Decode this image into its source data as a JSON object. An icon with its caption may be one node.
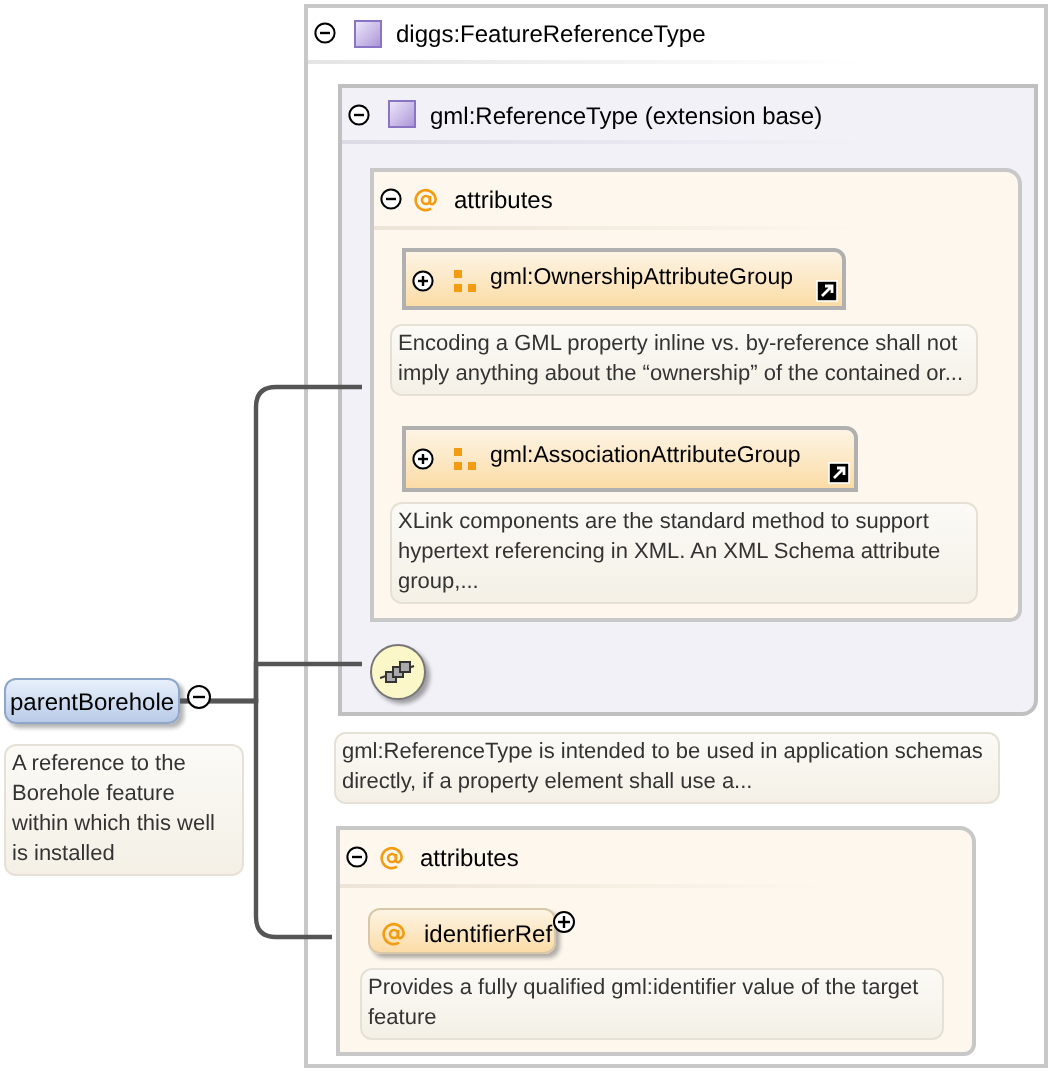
{
  "diagram": {
    "nodes": [
      {
        "text": [
          "parentBorehole"
        ],
        "beside": [
          "A reference to the Borehole feature within which this well is installed"
        ]
      },
      {
        "text": [
          "diggs:FeatureReferenceType"
        ]
      },
      {
        "text": [
          "gml:ReferenceType (extension base)"
        ],
        "in": 1,
        "beside": [
          "gml:ReferenceType is intended to be used in application schemas directly, if a property element shall use a..."
        ]
      },
      {
        "text": [
          "attributes"
        ],
        "in": 2
      },
      {
        "text": [
          "gml:OwnershipAttributeGroup"
        ],
        "in": 3,
        "beside": [
          "Encoding a GML property inline vs. by-reference shall not imply anything about the “ownership” of the contained or..."
        ]
      },
      {
        "text": [
          "gml:AssociationAttributeGroup"
        ],
        "in": 3,
        "beside": [
          "XLink components are the standard method to support hypertext referencing in XML. An XML Schema attribute group,..."
        ]
      },
      {
        "text": [],
        "shape": "circle",
        "in": 2
      },
      {
        "text": [
          "attributes"
        ],
        "in": 1
      },
      {
        "text": [
          "identifierRef"
        ],
        "in": 7,
        "beside": [
          "Provides a fully qualified gml:identifier value of the target feature"
        ]
      }
    ],
    "edges": [
      {
        "from": 0,
        "to": 3,
        "arrow": "none"
      },
      {
        "from": 0,
        "to": 6,
        "arrow": "none"
      },
      {
        "from": 0,
        "to": 7,
        "arrow": "none"
      }
    ]
  }
}
